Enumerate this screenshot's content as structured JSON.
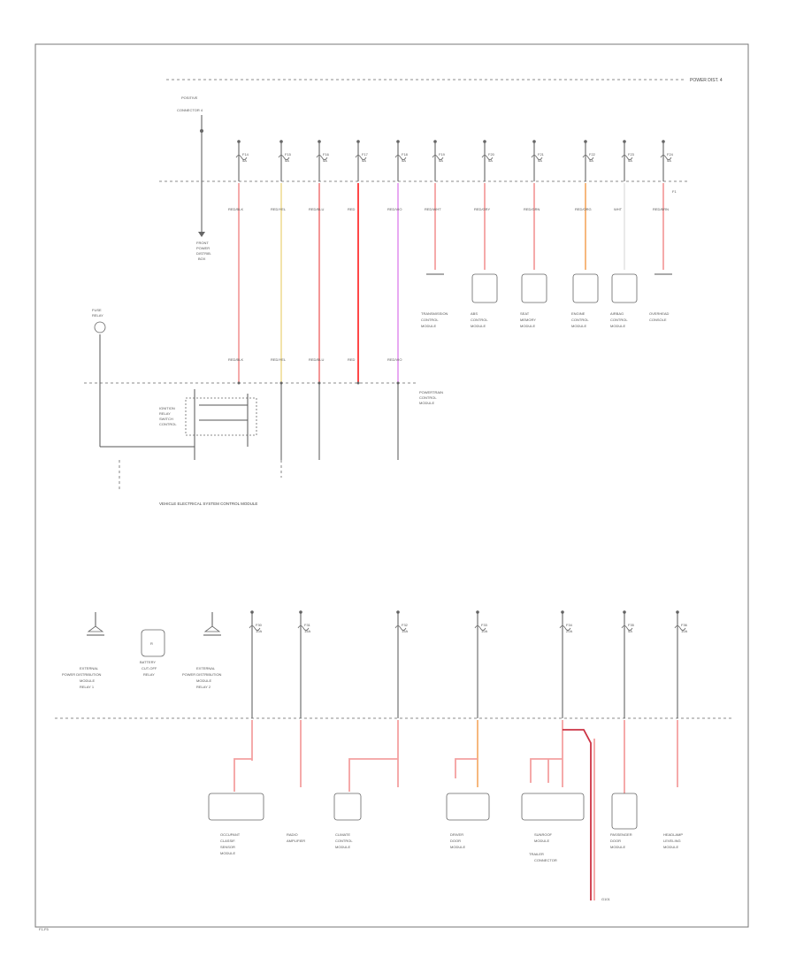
{
  "page": {
    "header_label": "POWER DIST. 4",
    "page_code": "F1-F5",
    "vesm_label": "VEHICLE ELECTRICAL SYSTEM CONTROL MODULE"
  },
  "top_section": {
    "source_label": [
      "POSITIVE",
      "CONNECTOR 4"
    ],
    "ground_label": [
      "FRONT",
      "POWER",
      "DISTRIB.",
      "BOX"
    ],
    "left_splice": [
      "FUSE",
      "RELAY"
    ],
    "bus_right_label": "F1",
    "columns": [
      {
        "fuse": "F14",
        "amp": "5A",
        "wire": "RED/BLK",
        "color": "#f4a0a0"
      },
      {
        "fuse": "F15",
        "amp": "5A",
        "wire": "RED/YEL",
        "color": "#f0e0a0"
      },
      {
        "fuse": "F16",
        "amp": "5A",
        "wire": "RED/BLU",
        "color": "#f28a8a"
      },
      {
        "fuse": "F17",
        "amp": "5A",
        "wire": "RED",
        "color": "#ff3333"
      },
      {
        "fuse": "F18",
        "amp": "5A",
        "wire": "RED/VIO",
        "color": "#e6a0f0"
      },
      {
        "fuse": "F19",
        "amp": "5A",
        "wire": "RED/WHT",
        "color": "#f4a0a0"
      },
      {
        "fuse": "F20",
        "amp": "5A",
        "wire": "RED/GRY",
        "color": "#f4a0a0"
      },
      {
        "fuse": "F21",
        "amp": "5A",
        "wire": "RED/GRN",
        "color": "#f4a0a0"
      },
      {
        "fuse": "F22",
        "amp": "5A",
        "wire": "RED/ORG",
        "color": "#f5b070"
      },
      {
        "fuse": "F23",
        "amp": "5A",
        "wire": "WHT",
        "color": "#e8e8e8"
      },
      {
        "fuse": "F24",
        "amp": "5A",
        "wire": "RED/BRN",
        "color": "#f4a0a0"
      }
    ],
    "components": [
      {
        "label": [
          "TRANSMISSION",
          "CONTROL",
          "MODULE"
        ]
      },
      {
        "label": [
          "ABS",
          "CONTROL",
          "MODULE"
        ]
      },
      {
        "label": [
          "SEAT",
          "MEMORY",
          "MODULE"
        ]
      },
      {
        "label": [
          "ENGINE",
          "CONTROL",
          "MODULE"
        ]
      },
      {
        "label": [
          "AIRBAG",
          "CONTROL",
          "MODULE"
        ]
      },
      {
        "label": [
          "OVERHEAD",
          "CONSOLE"
        ]
      }
    ],
    "pcm_label": [
      "POWERTRAIN",
      "CONTROL",
      "MODULE"
    ],
    "relay_label": [
      "IGNITION",
      "RELAY",
      "SWITCH",
      "CONTROL"
    ]
  },
  "bottom_section": {
    "left_items": [
      {
        "label": [
          "EXTERNAL",
          "POWER DISTRIBUTION",
          "MODULE",
          "RELAY 1"
        ]
      },
      {
        "label": [
          "BATTERY",
          "CUT-OFF",
          "RELAY"
        ]
      },
      {
        "label": [
          "EXTERNAL",
          "POWER DISTRIBUTION",
          "MODULE",
          "RELAY 2"
        ]
      }
    ],
    "fuses": [
      {
        "fuse": "F30",
        "amp": "10A"
      },
      {
        "fuse": "F31",
        "amp": "15A"
      },
      {
        "fuse": "F32",
        "amp": "15A"
      },
      {
        "fuse": "F33",
        "amp": "10A"
      },
      {
        "fuse": "F34",
        "amp": "20A"
      },
      {
        "fuse": "F35",
        "amp": "5A"
      },
      {
        "fuse": "F36",
        "amp": "10A"
      }
    ],
    "components": [
      {
        "label": [
          "OCCUPANT",
          "CLASSIF.",
          "SENSOR",
          "MODULE"
        ]
      },
      {
        "label": [
          "RADIO",
          "AMPLIFIER"
        ]
      },
      {
        "label": [
          "CLIMATE",
          "CONTROL",
          "MODULE"
        ]
      },
      {
        "label": [
          "DRIVER",
          "DOOR",
          "MODULE"
        ]
      },
      {
        "label": [
          "PASSENGER",
          "DOOR",
          "MODULE"
        ]
      },
      {
        "label": [
          "SUNROOF",
          "MODULE"
        ]
      },
      {
        "label": [
          "HEADLAMP",
          "LEVELING",
          "MODULE"
        ]
      }
    ],
    "trailer_label": [
      "TRAILER",
      "CONNECTOR"
    ],
    "ground_ref": "G101"
  }
}
